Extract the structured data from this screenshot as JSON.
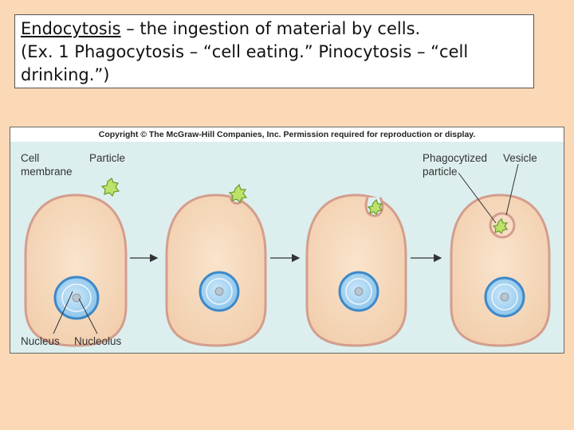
{
  "text": {
    "term": "Endocytosis",
    "definition": " – the ingestion of material by cells.",
    "line2": "(Ex. 1 Phagocytosis – “cell eating.” Pinocytosis – “cell drinking.”)"
  },
  "figure": {
    "copyright": "Copyright © The McGraw-Hill Companies, Inc. Permission required for reproduction or display.",
    "labels": {
      "cell_membrane_1": "Cell",
      "cell_membrane_2": "membrane",
      "particle": "Particle",
      "phagocytized_1": "Phagocytized",
      "phagocytized_2": "particle",
      "vesicle": "Vesicle",
      "nucleus": "Nucleus",
      "nucleolus": "Nucleolus"
    },
    "colors": {
      "background": "#dcefee",
      "cell_fill": "#f4d6b6",
      "cell_stroke": "#d49d8d",
      "nucleus_fill": "#8fc7ec",
      "nucleus_stroke": "#3d88c8",
      "particle_fill": "#bde26a",
      "particle_stroke": "#6a9a2a"
    }
  }
}
